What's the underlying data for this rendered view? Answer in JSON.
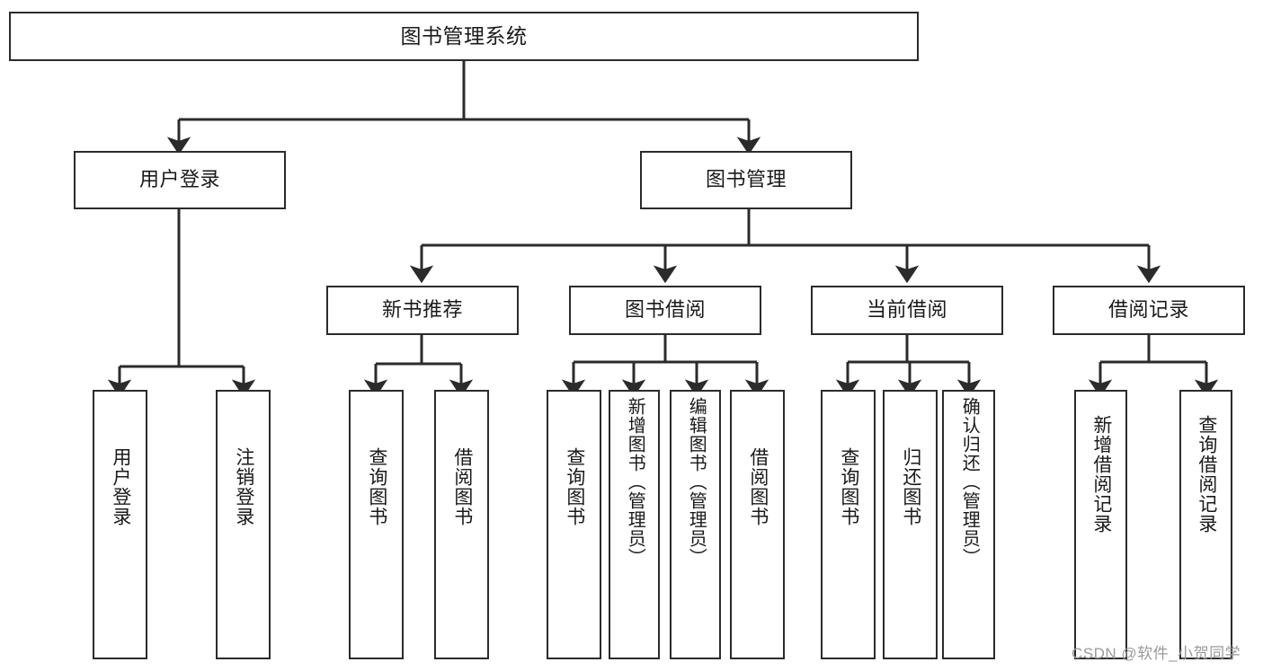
{
  "diagram": {
    "title": "图书管理系统",
    "watermark": "CSDN @软件_小贺同学",
    "line_color": "#2b2b2b",
    "box_fill": "#ffffff",
    "text_color": "#1a1a1a",
    "watermark_color": "#9a9a9a",
    "levels": {
      "level1": [
        {
          "id": "root",
          "label": "图书管理系统"
        }
      ],
      "level2": [
        {
          "id": "user-login",
          "label": "用户登录"
        },
        {
          "id": "book-management",
          "label": "图书管理"
        }
      ],
      "level3": [
        {
          "id": "new-book-recommend",
          "label": "新书推荐"
        },
        {
          "id": "book-borrow",
          "label": "图书借阅"
        },
        {
          "id": "current-borrow",
          "label": "当前借阅"
        },
        {
          "id": "borrow-record",
          "label": "借阅记录"
        }
      ],
      "level4": [
        {
          "id": "leaf-user-login",
          "label": "用户登录",
          "parent": "user-login"
        },
        {
          "id": "leaf-logout",
          "label": "注销登录",
          "parent": "user-login"
        },
        {
          "id": "leaf-query-book-1",
          "label": "查询图书",
          "parent": "new-book-recommend"
        },
        {
          "id": "leaf-borrow-book-1",
          "label": "借阅图书",
          "parent": "new-book-recommend"
        },
        {
          "id": "leaf-query-book-2",
          "label": "查询图书",
          "parent": "book-borrow"
        },
        {
          "id": "leaf-add-book",
          "label": "新增图书（管理员）",
          "parent": "book-borrow"
        },
        {
          "id": "leaf-edit-book",
          "label": "编辑图书（管理员）",
          "parent": "book-borrow"
        },
        {
          "id": "leaf-borrow-book-2",
          "label": "借阅图书",
          "parent": "book-borrow"
        },
        {
          "id": "leaf-query-book-3",
          "label": "查询图书",
          "parent": "current-borrow"
        },
        {
          "id": "leaf-return-book",
          "label": "归还图书",
          "parent": "current-borrow"
        },
        {
          "id": "leaf-confirm-return",
          "label": "确认归还（管理员）",
          "parent": "current-borrow"
        },
        {
          "id": "leaf-add-record",
          "label": "新增借阅记录",
          "parent": "borrow-record"
        },
        {
          "id": "leaf-query-record",
          "label": "查询借阅记录",
          "parent": "borrow-record"
        }
      ]
    }
  }
}
